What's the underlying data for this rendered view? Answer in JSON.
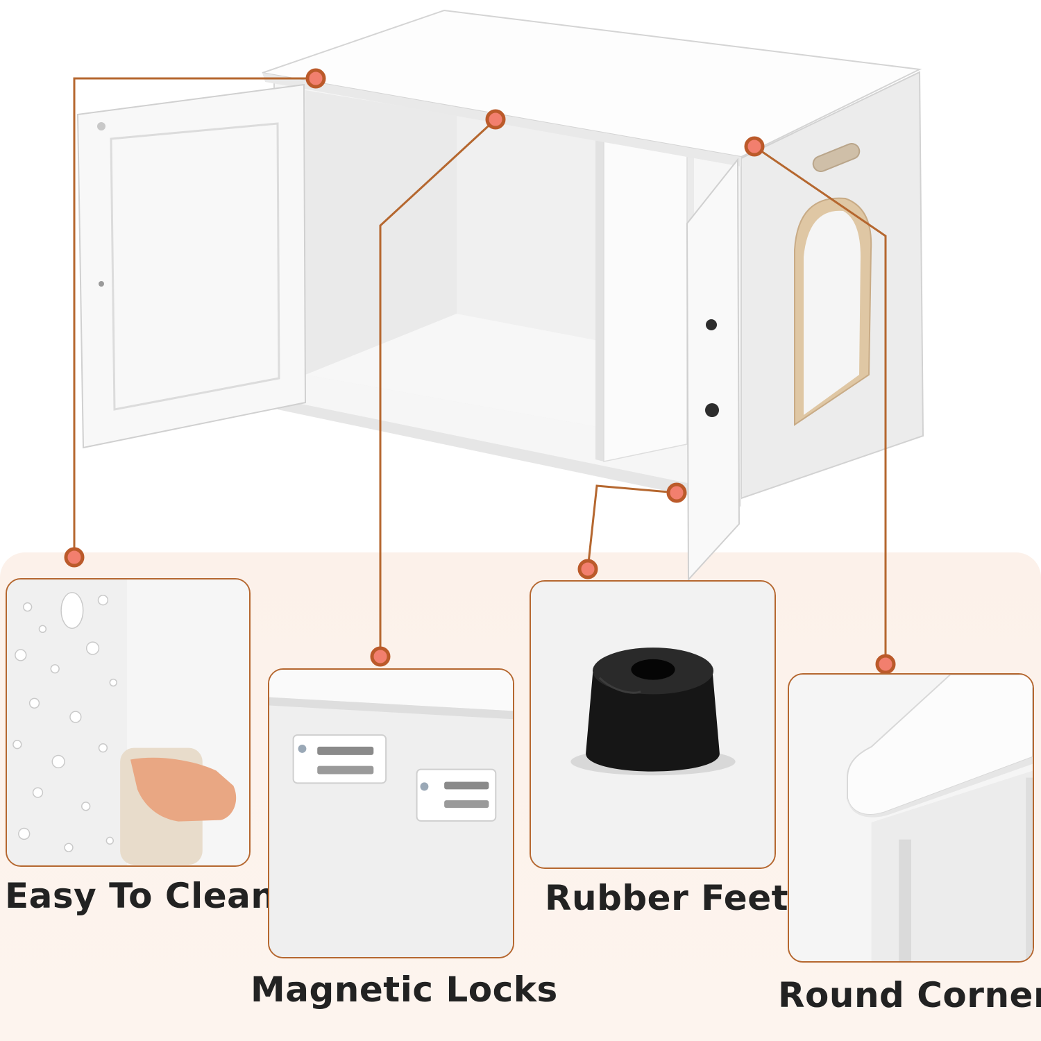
{
  "colors": {
    "accent_line": "#b5672f",
    "dot_fill": "#f27f6e",
    "dot_ring": "#bb5a2a",
    "peach_background": "#fcf1ea",
    "caption_text": "#222222"
  },
  "product": {
    "name": "white cabinet",
    "callout_icon": "callout-dot-icon"
  },
  "features": [
    {
      "id": "easy-to-clean",
      "label": "Easy To Clean",
      "icon": "water-droplets-hand-wipe"
    },
    {
      "id": "magnetic-locks",
      "label": "Magnetic Locks",
      "icon": "magnet-latch"
    },
    {
      "id": "rubber-feet",
      "label": "Rubber Feet",
      "icon": "rubber-foot"
    },
    {
      "id": "round-corner",
      "label": "Round Corner",
      "icon": "rounded-tabletop-corner"
    }
  ]
}
